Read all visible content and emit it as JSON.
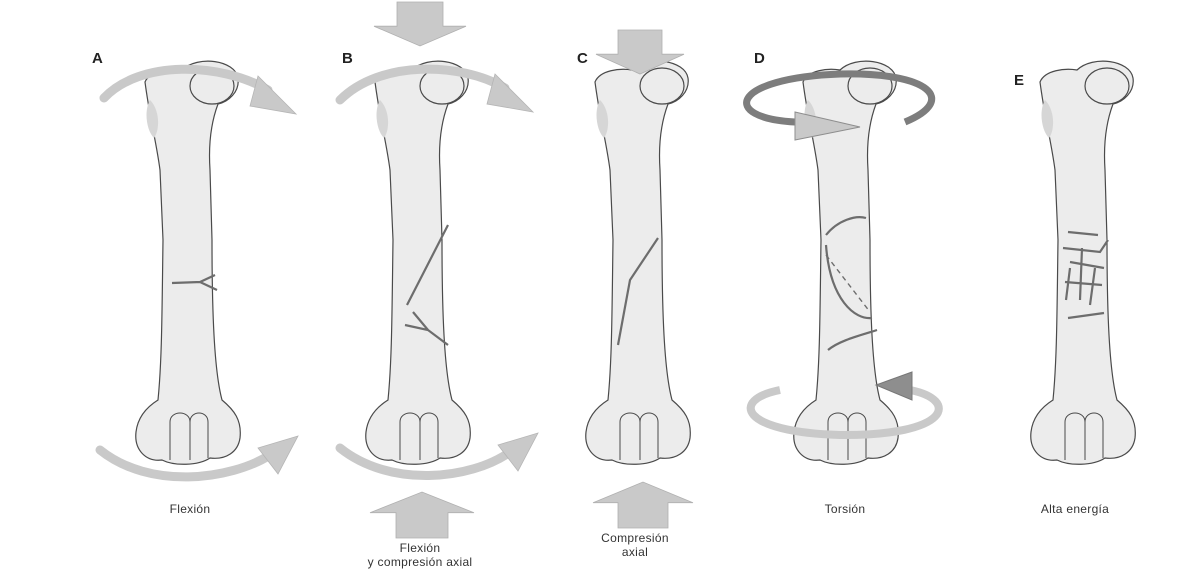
{
  "panels": [
    {
      "letter": "A",
      "caption_lines": [
        "Flexión"
      ]
    },
    {
      "letter": "B",
      "caption_lines": [
        "Flexión",
        "y compresión axial"
      ]
    },
    {
      "letter": "C",
      "caption_lines": [
        "Compresión",
        "axial"
      ]
    },
    {
      "letter": "D",
      "caption_lines": [
        "Torsión"
      ]
    },
    {
      "letter": "E",
      "caption_lines": [
        "Alta energía"
      ]
    }
  ],
  "colors": {
    "bone_fill": "#ececec",
    "bone_stroke": "#4a4a4a",
    "arrow_fill": "#c9c9c9",
    "arrow_dark": "#8e8e8e",
    "fracture": "#6d6d6d"
  }
}
